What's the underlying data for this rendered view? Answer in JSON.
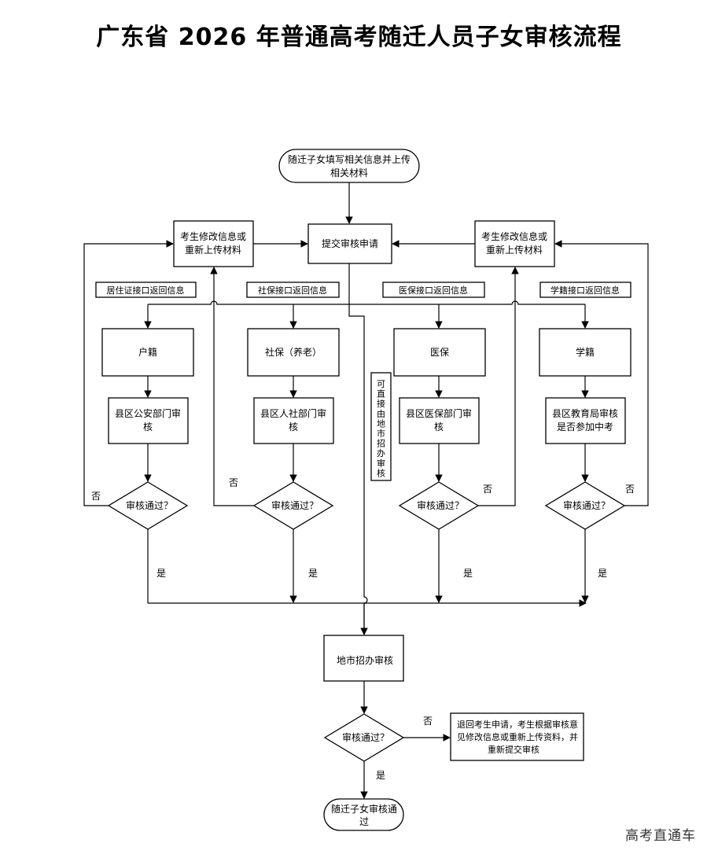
{
  "title": "广东省 2026 年普通高考随迁人员子女审核流程",
  "start": [
    "随迁子女填写相关信息并上传",
    "相关材料"
  ],
  "submit": "提交审核申请",
  "modify_left": [
    "考生修改信息或",
    "重新上传材料"
  ],
  "modify_right": [
    "考生修改信息或",
    "重新上传材料"
  ],
  "interfaces": [
    "居住证接口返回信息",
    "社保接口返回信息",
    "医保接口返回信息",
    "学籍接口返回信息"
  ],
  "categories": [
    "户籍",
    "社保（养老）",
    "医保",
    "学籍"
  ],
  "reviewers": [
    [
      "县区公安部门审",
      "核"
    ],
    [
      "县区人社部门审",
      "核"
    ],
    [
      "县区医保部门审",
      "核"
    ],
    [
      "县区教育局审核",
      "是否参加中考"
    ]
  ],
  "decision": "审核通过？",
  "yes": "是",
  "no": "否",
  "direct": "可直接由地市招办审核",
  "city_review": "地市招办审核",
  "reject": [
    "退回考生申请，考生根据审核意",
    "见修改信息或重新上传资料，并",
    "重新提交审核"
  ],
  "final": [
    "随迁子女审核通",
    "过"
  ],
  "watermark": "高考直通车"
}
